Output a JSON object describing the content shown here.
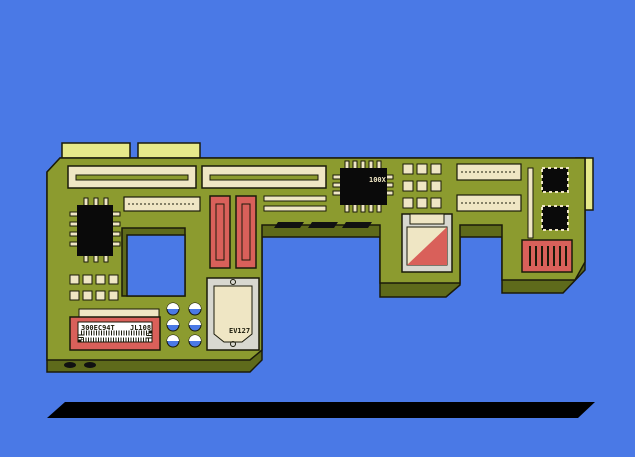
{
  "colors": {
    "background": "#4a79e6",
    "board": "#8c9b2f",
    "board_side": "#5e6a1b",
    "outline": "#1a1a0a",
    "cream": "#efe6c4",
    "chip": "#0a0a0a",
    "red": "#d9605a",
    "gold": "#e6e98a"
  },
  "labels": {
    "main_chip": "100X",
    "barcode_left": "300EC94T",
    "barcode_right": "JL108",
    "module": "EV127"
  }
}
